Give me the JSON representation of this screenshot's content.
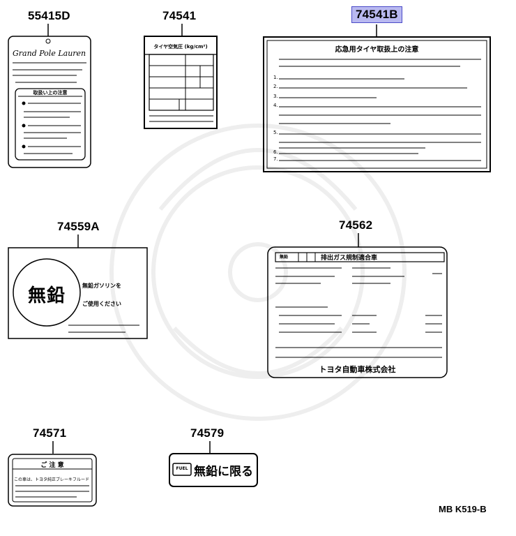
{
  "part_numbers": [
    {
      "id": "p1",
      "label": "55415D",
      "highlighted": false
    },
    {
      "id": "p2",
      "label": "74541",
      "highlighted": false
    },
    {
      "id": "p3",
      "label": "74541B",
      "highlighted": true
    },
    {
      "id": "p4",
      "label": "74559A",
      "highlighted": false
    },
    {
      "id": "p5",
      "label": "74562",
      "highlighted": false
    },
    {
      "id": "p6",
      "label": "74571",
      "highlighted": false
    },
    {
      "id": "p7",
      "label": "74579",
      "highlighted": false
    }
  ],
  "labels": {
    "tag_script": "Grand Pole Lauren",
    "tag_box_title": "取扱い上の注意",
    "tire_table_header": "タイヤ空気圧 (kg/cm²)",
    "caution_title": "応急用タイヤ取扱上の注意",
    "caution_items": [
      "1.",
      "2.",
      "3.",
      "4.",
      "5.",
      "6.",
      "7."
    ],
    "unleaded_kanji": "無鉛",
    "unleaded_line1": "無鉛ガソリンを",
    "unleaded_line2": "ご使用ください",
    "emission_header": "排出ガス規制適合車",
    "emission_box": "無鉛",
    "toyota_company": "トヨタ自動車株式会社",
    "notice_title": "ご 注 意",
    "notice_line": "この車は、トヨタ純正ブレーキフルード",
    "fuel_badge_small": "FUEL",
    "fuel_badge_text": "無鉛に限る"
  },
  "colors": {
    "highlight_bg": "#b9b9f0",
    "highlight_border": "#4a4ac8"
  },
  "reference_code": "MB K519-B"
}
